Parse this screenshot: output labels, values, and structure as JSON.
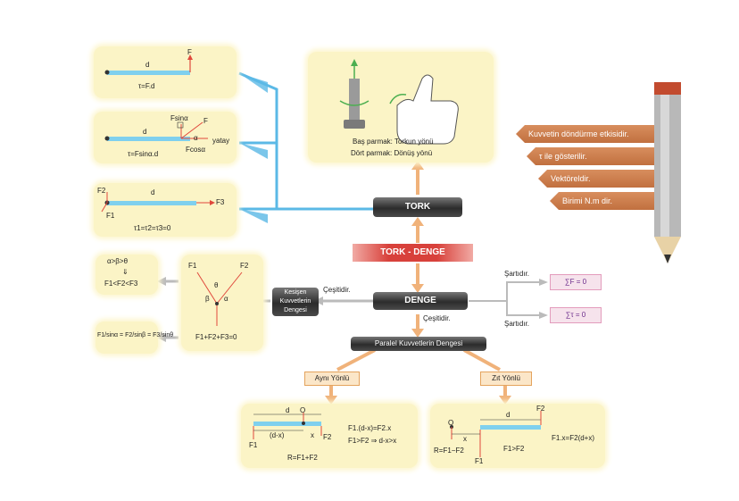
{
  "center": {
    "tork": "TORK",
    "tork_denge": "TORK - DENGE",
    "denge": "DENGE",
    "kesisen": "Kesişen Kuvvetlerin Dengesi",
    "paralel": "Paralel Kuvvetlerin Dengesi",
    "cesitidir_left": "Çeşitidir.",
    "cesitidir_down": "Çeşitidir.",
    "sartidir_top": "Şartıdır.",
    "sartidir_bottom": "Şartıdır.",
    "sum_f": "∑F = 0",
    "sum_tau": "∑τ = 0"
  },
  "top_box": {
    "line1": "Baş parmak: Torkun yönü",
    "line2": "Dört parmak: Dönüş yönü"
  },
  "pencil_items": [
    "Kuvvetin döndürme etkisidir.",
    "τ ile gösterilir.",
    "Vektöreldir.",
    "Birimi N.m dir."
  ],
  "left_box1": {
    "d": "d",
    "F": "F",
    "formula": "τ=F.d"
  },
  "left_box2": {
    "fsina": "Fsinα",
    "F": "F",
    "d": "d",
    "alpha": "α",
    "yatay": "yatay",
    "fcosa": "Fcosα",
    "formula": "τ=Fsinα.d"
  },
  "left_box3": {
    "F2": "F2",
    "d": "d",
    "F3": "F3",
    "F1": "F1",
    "formula": "τ1=τ2=τ3=0"
  },
  "lami": {
    "ineq1": "α>β>θ",
    "down": "⇓",
    "ineq2": "F1<F2<F3",
    "F1": "F1",
    "F2": "F2",
    "theta": "θ",
    "beta": "β",
    "alpha": "α",
    "vec_sum": "F1+F2+F3=0",
    "lami_eq": "F1/sinα = F2/sinβ = F3/sinθ"
  },
  "ayni": {
    "label": "Aynı Yönlü",
    "d": "d",
    "O": "O",
    "dx": "(d-x)",
    "x": "x",
    "F1": "F1",
    "F2": "F2",
    "R": "R=F1+F2",
    "eq1": "F1.(d-x)=F2.x",
    "eq2": "F1>F2 ⇒ d-x>x"
  },
  "zit": {
    "label": "Zıt Yönlü",
    "O": "O",
    "d": "d",
    "x": "x",
    "F2": "F2",
    "F1": "F1",
    "R": "R=F1−F2",
    "ineq": "F1>F2",
    "eq": "F1.x=F2(d+x)"
  },
  "colors": {
    "box_bg": "#fbf4c6",
    "bar": "#7fd0ee",
    "orange": "#e89a4a",
    "banner": "#c97648",
    "red_banner": "#d8413b"
  }
}
